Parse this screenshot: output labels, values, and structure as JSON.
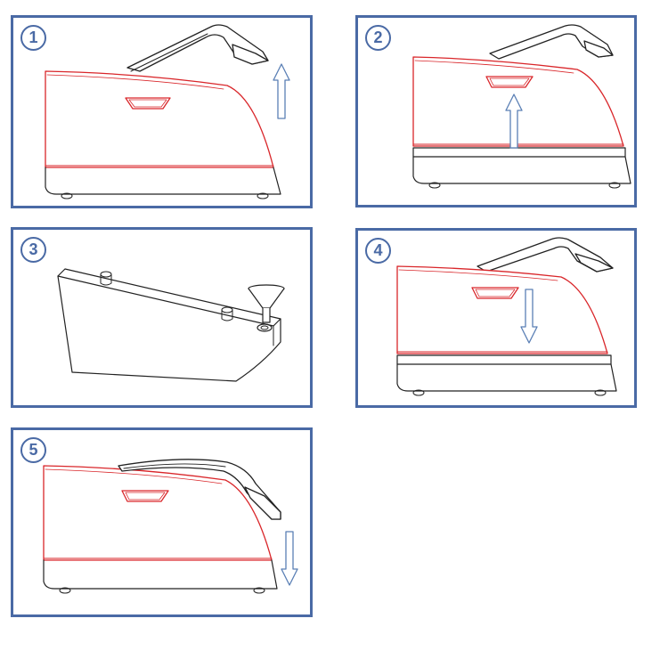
{
  "steps": [
    {
      "number": "1"
    },
    {
      "number": "2"
    },
    {
      "number": "3"
    },
    {
      "number": "4"
    },
    {
      "number": "5"
    }
  ],
  "colors": {
    "frame": "#4a6aa5",
    "lid_outline": "#d9262a",
    "drawing": "#222222",
    "arrow": "#5a7fb5"
  },
  "icons": [
    "up-arrow-icon",
    "down-arrow-icon",
    "funnel-icon"
  ]
}
